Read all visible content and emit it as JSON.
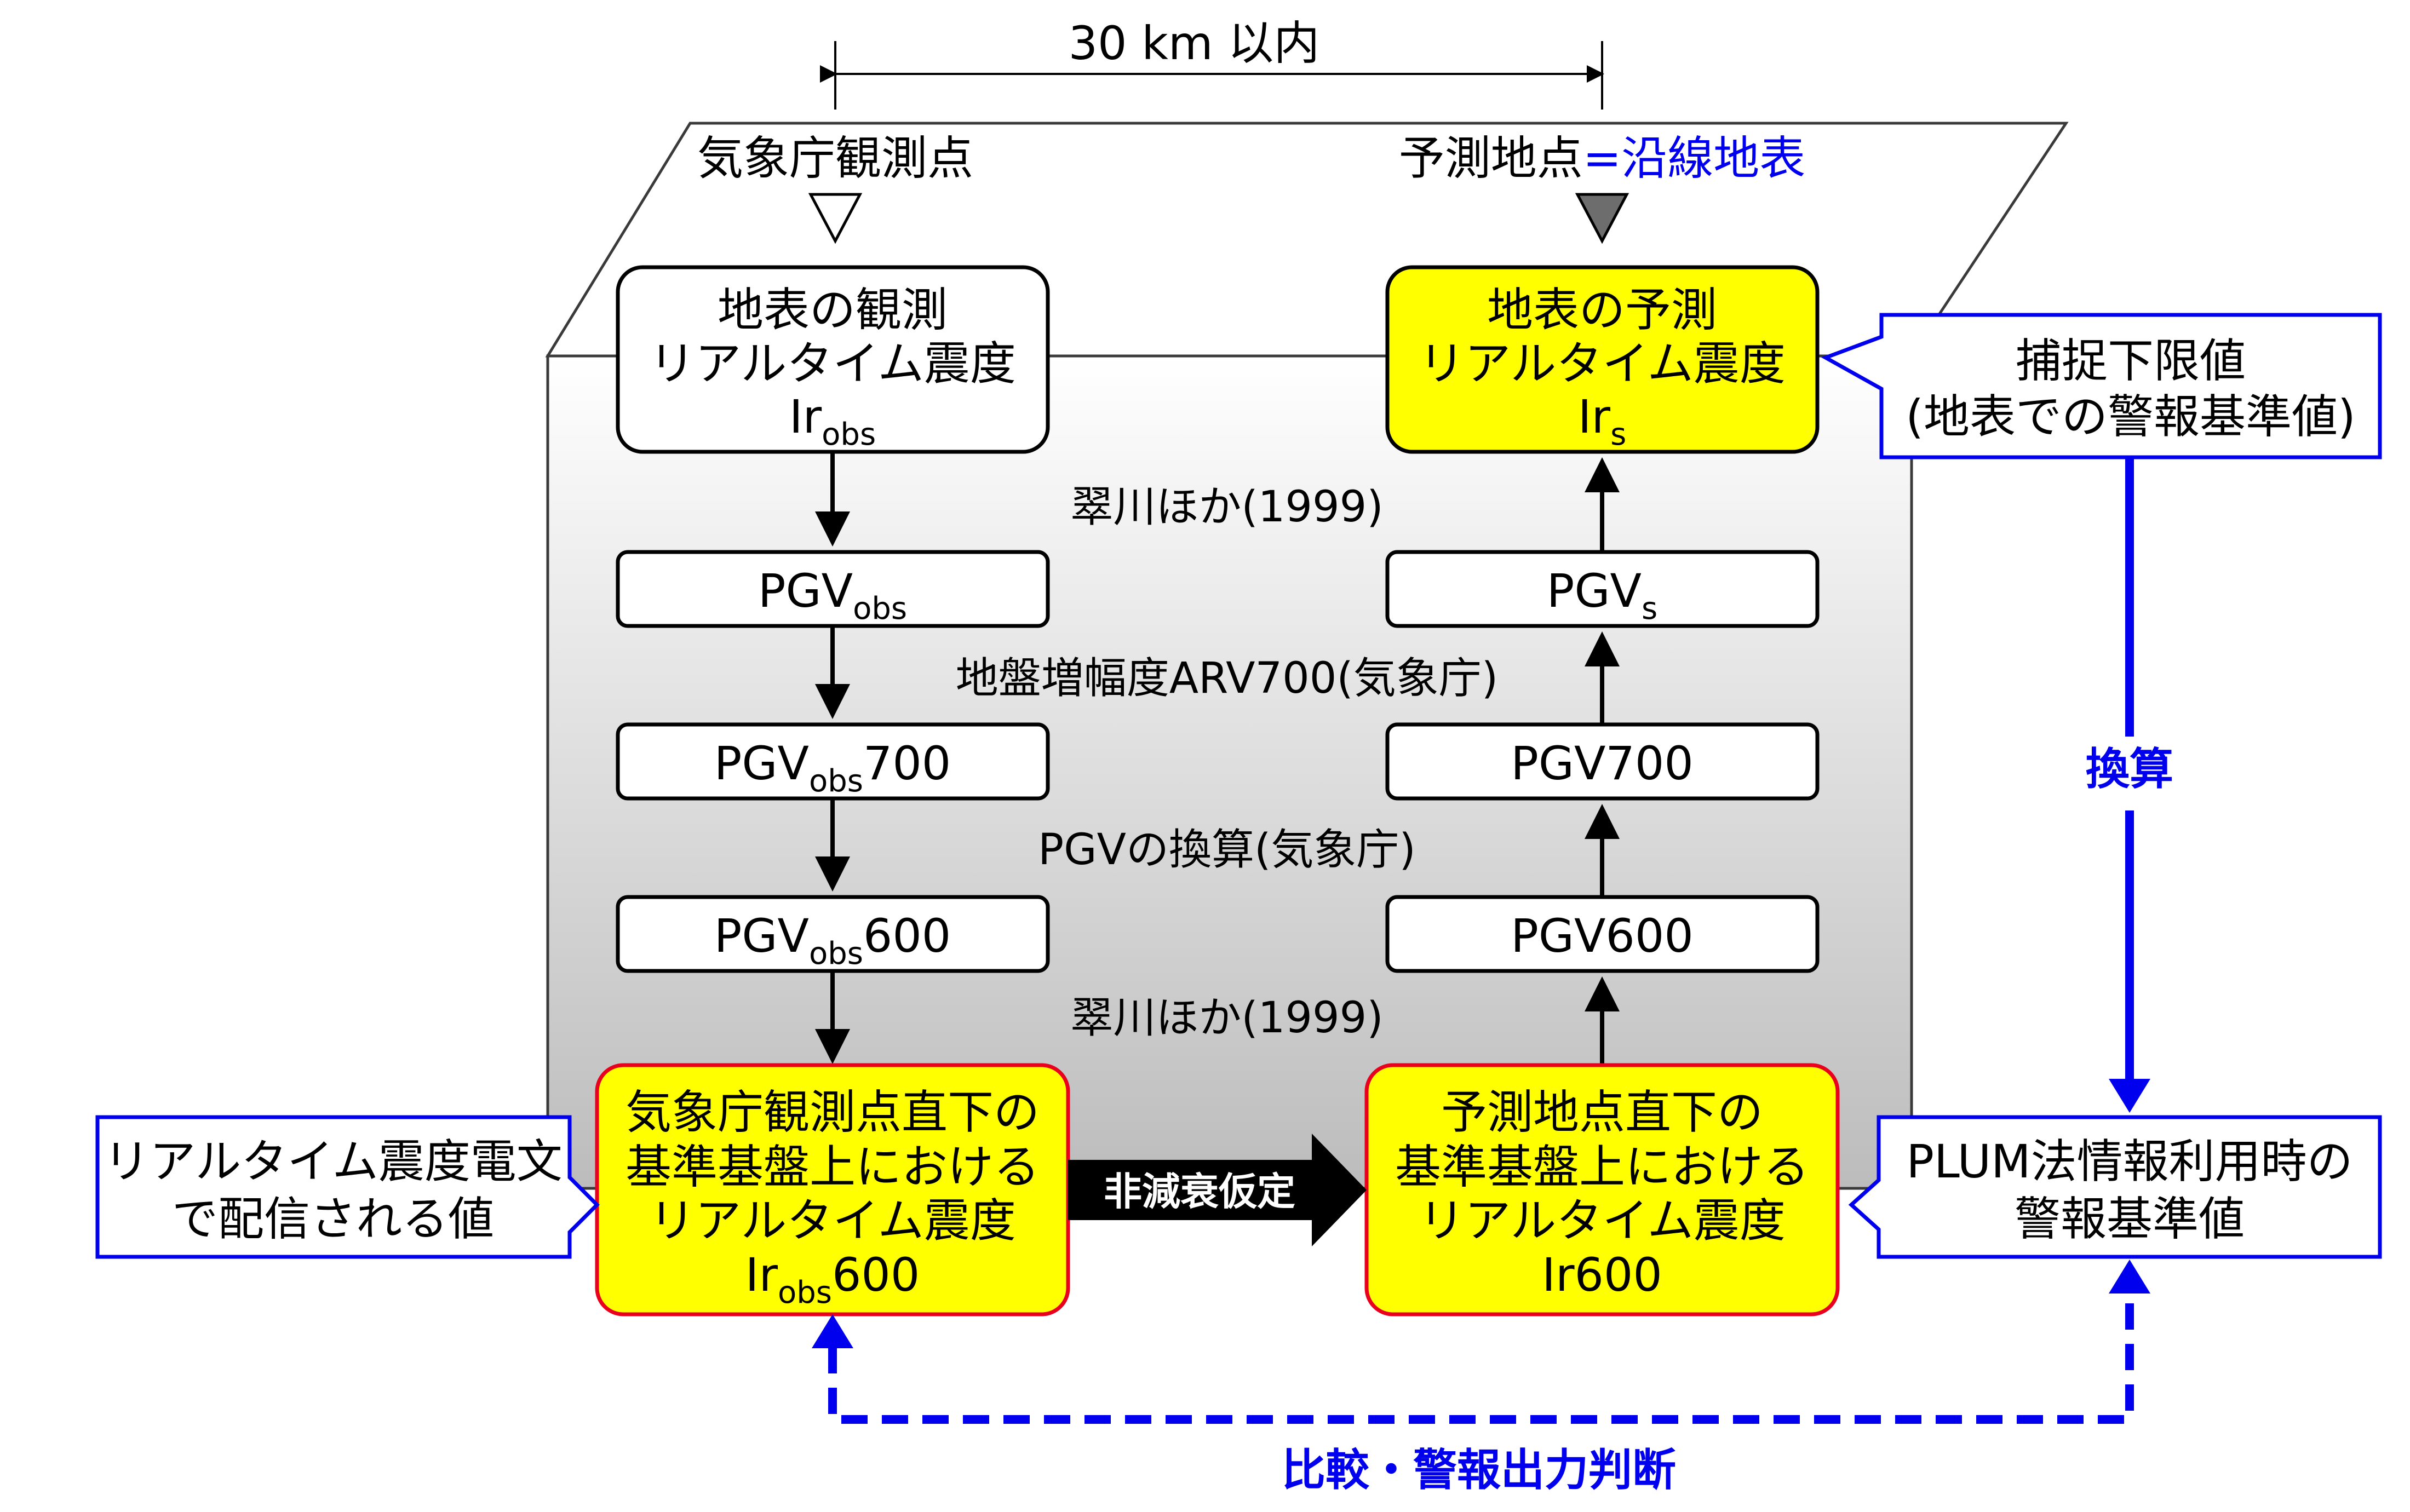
{
  "colors": {
    "accent_blue": "#0000ee",
    "highlight_yellow": "#ffff00",
    "highlight_border_red": "#e8001c",
    "gradient_top": "#ffffff",
    "gradient_bottom": "#bcbcbc"
  },
  "distance_label": "30 km 以内",
  "observation_point": {
    "label": "気象庁観測点",
    "icon": "hollow-triangle-marker"
  },
  "prediction_point": {
    "label": "予測地点",
    "label_suffix": "=沿線地表",
    "icon": "filled-triangle-marker"
  },
  "left_column": {
    "surface_box": {
      "line1": "地表の観測",
      "line2": "リアルタイム震度",
      "main": "Ir",
      "sub": "obs"
    },
    "pgv_box": {
      "main": "PGV",
      "sub": "obs",
      "tail": ""
    },
    "pgv700_box": {
      "main": "PGV",
      "sub": "obs",
      "tail": "700"
    },
    "pgv600_box": {
      "main": "PGV",
      "sub": "obs",
      "tail": "600"
    },
    "bedrock_box": {
      "line1": "気象庁観測点直下の",
      "line2": "基準基盤上における",
      "line3": "リアルタイム震度",
      "main": "Ir",
      "sub": "obs",
      "tail": "600"
    }
  },
  "right_column": {
    "surface_box": {
      "line1": "地表の予測",
      "line2": "リアルタイム震度",
      "main": "Ir",
      "sub": "s"
    },
    "pgv_box": {
      "main": "PGV",
      "sub": "s"
    },
    "pgv700_box": {
      "label": "PGV700"
    },
    "pgv600_box": {
      "label": "PGV600"
    },
    "bedrock_box": {
      "line1": "予測地点直下の",
      "line2": "基準基盤上における",
      "line3": "リアルタイム震度",
      "line4": "Ir600"
    }
  },
  "conversion_labels": {
    "step1": "翠川ほか(1999)",
    "step2": "地盤増幅度ARV700(気象庁)",
    "step3": "PGVの換算(気象庁)",
    "step4": "翠川ほか(1999)"
  },
  "non_attenuation_label": "非減衰仮定",
  "callout_left": {
    "line1": "リアルタイム震度電文",
    "line2": "で配信される値"
  },
  "callout_right_top": {
    "line1": "捕捉下限値",
    "line2": "(地表での警報基準値)"
  },
  "callout_right_bottom": {
    "line1": "PLUM法情報利用時の",
    "line2": "警報基準値"
  },
  "conversion_arrow_label": "換算",
  "comparison_label": "比較・警報出力判断"
}
